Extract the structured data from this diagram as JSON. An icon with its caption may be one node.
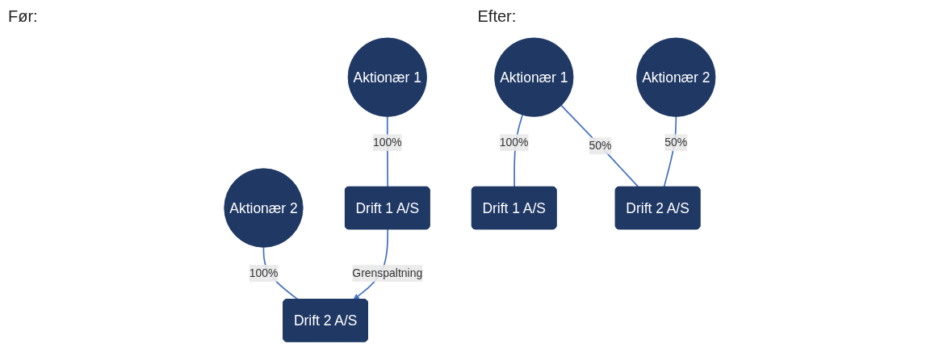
{
  "diagram": {
    "nodes": [
      {
        "text": [
          "Aktionær 1"
        ]
      },
      {
        "text": [
          "Drift 1 A/S"
        ]
      },
      {
        "text": [
          "Aktionær 2"
        ]
      },
      {
        "text": [
          "Drift 2 A/S"
        ]
      },
      {
        "text": [
          "Aktionær 1"
        ]
      },
      {
        "text": [
          "Drift 1 A/S"
        ]
      },
      {
        "text": [
          "Aktionær 2"
        ]
      },
      {
        "text": [
          "Drift 2 A/S"
        ]
      }
    ],
    "edges": [
      {
        "from": 0,
        "to": 1,
        "arrow": "none",
        "label": "100%"
      },
      {
        "from": 2,
        "to": 3,
        "arrow": "none",
        "label": "100%"
      },
      {
        "from": 1,
        "to": 3,
        "arrow": "to",
        "label": "Grenspaltning"
      },
      {
        "from": 4,
        "to": 5,
        "arrow": "none",
        "label": "100%"
      },
      {
        "from": 4,
        "to": 7,
        "arrow": "none",
        "label": "50%"
      },
      {
        "from": 6,
        "to": 7,
        "arrow": "none",
        "label": "50%"
      }
    ],
    "labels": [
      "Før:",
      "Efter:"
    ]
  }
}
